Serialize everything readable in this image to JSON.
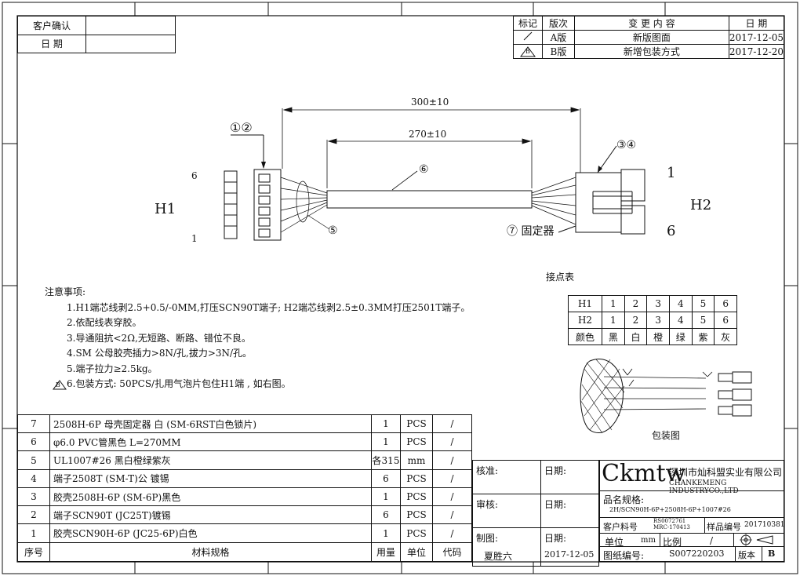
{
  "customer_box": {
    "confirm_label": "客户确认",
    "date_label": "日  期"
  },
  "revision": {
    "headers": [
      "标记",
      "版次",
      "变    更    内    容",
      "日  期"
    ],
    "rows": [
      {
        "mark": "",
        "version": "A版",
        "content": "新版图面",
        "date": "2017-12-05"
      },
      {
        "mark": "B",
        "version": "B版",
        "content": "新增包装方式",
        "date": "2017-12-20"
      }
    ]
  },
  "drawing": {
    "dim_total": "300±10",
    "dim_tube": "270±10",
    "callout_12": "①②",
    "callout_34": "③④",
    "callout_5": "⑤",
    "callout_6": "⑥",
    "callout_7": "⑦ 固定器",
    "h1": "H1",
    "h2": "H2",
    "pin6_left": "6",
    "pin1_left": "1",
    "pin1_right": "1",
    "pin6_right": "6"
  },
  "notes": {
    "title": "注意事项:",
    "items": [
      "1.H1端芯线剥2.5+0.5/-0MM,打压SCN90T端子; H2端芯线剥2.5±0.3MM打压2501T端子。",
      "2.依配线表穿胶。",
      "3.导通阻抗<2Ω,无短路、断路、错位不良。",
      "4.SM 公母胶壳插力>8N/孔,拔力>3N/孔。",
      "5.端子拉力≥2.5kg。",
      "6.包装方式: 50PCS/扎用气泡片包住H1端 , 如右图。"
    ],
    "note6_mark": "B"
  },
  "pinout": {
    "title": "接点表",
    "rows": [
      [
        "H1",
        "1",
        "2",
        "3",
        "4",
        "5",
        "6"
      ],
      [
        "H2",
        "1",
        "2",
        "3",
        "4",
        "5",
        "6"
      ],
      [
        "颜色",
        "黑",
        "白",
        "橙",
        "绿",
        "紫",
        "灰"
      ]
    ]
  },
  "packaging": {
    "label": "包装图"
  },
  "bom": {
    "rows": [
      {
        "no": "7",
        "spec": "2508H-6P 母壳固定器 白 (SM-6RST白色锁片)",
        "qty": "1",
        "unit": "PCS",
        "code": "/"
      },
      {
        "no": "6",
        "spec": "φ6.0 PVC管黑色 L=270MM",
        "qty": "1",
        "unit": "PCS",
        "code": "/"
      },
      {
        "no": "5",
        "spec": "UL1007#26 黑白橙绿紫灰",
        "qty": "各315",
        "unit": "mm",
        "code": "/"
      },
      {
        "no": "4",
        "spec": "端子2508T (SM-T)公 镀锡",
        "qty": "6",
        "unit": "PCS",
        "code": "/"
      },
      {
        "no": "3",
        "spec": "胶壳2508H-6P (SM-6P)黑色",
        "qty": "1",
        "unit": "PCS",
        "code": "/"
      },
      {
        "no": "2",
        "spec": "端子SCN90T  (JC25T)镀锡",
        "qty": "6",
        "unit": "PCS",
        "code": "/"
      },
      {
        "no": "1",
        "spec": "胶壳SCN90H-6P  (JC25-6P)白色",
        "qty": "1",
        "unit": "PCS",
        "code": "/"
      }
    ],
    "headers": {
      "no": "序号",
      "spec": "材料规格",
      "qty": "用量",
      "unit": "单位",
      "code": "代码"
    }
  },
  "signoff": {
    "approve_label": "核准:",
    "review_label": "审核:",
    "draw_label": "制图:",
    "date_label": "日期:",
    "drawer": "夏胜六",
    "draw_date": "2017-12-05"
  },
  "title_block": {
    "logo": "Ckmtw",
    "company_cn": "深圳市灿科盟实业有限公司",
    "company_en": "CHANKEMENG INDUSTRYCO.,LTD",
    "part_label": "品名规格:",
    "part_spec": "2H/SCN90H-6P+2508H-6P+1007#26",
    "customer_no_label": "客户料号",
    "customer_no_1": "RS0072761",
    "customer_no_2": "MRC-170413",
    "sample_label": "样品编号",
    "sample_no": "201710381",
    "unit_label": "单位",
    "unit": "mm",
    "scale_label": "比例",
    "scale": "/",
    "drawing_no_label": "图纸编号:",
    "drawing_no": "S007220203",
    "version_label": "版本",
    "version": "B"
  }
}
